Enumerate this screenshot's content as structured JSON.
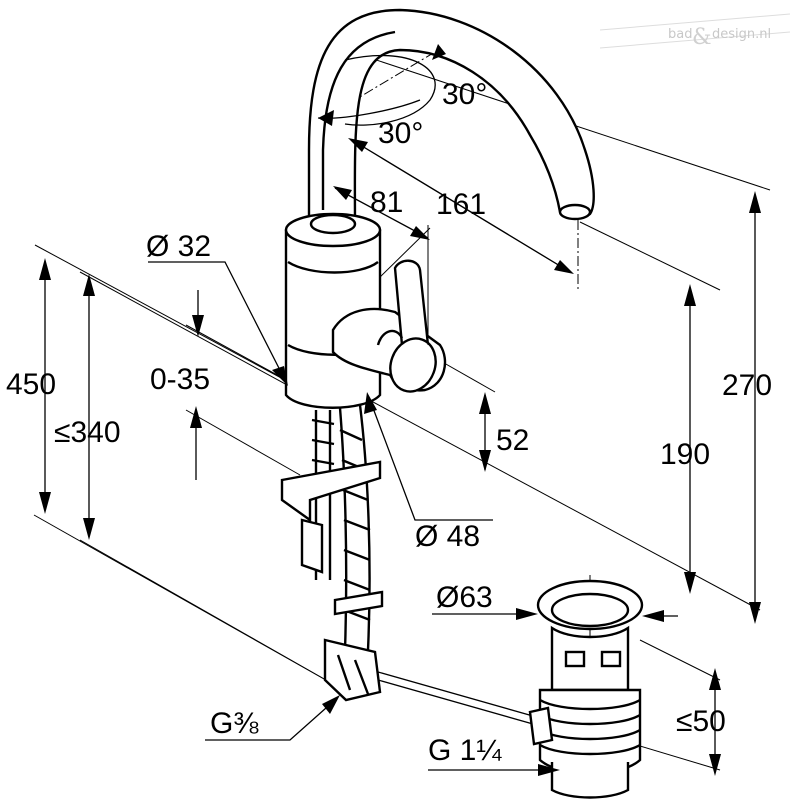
{
  "watermark": {
    "part1": "bad",
    "amp": "&",
    "part2": "design.nl"
  },
  "dimensions": {
    "swivel_angle_upper": "30°",
    "swivel_angle_lower": "30°",
    "spout_reach": "161",
    "lever_offset": "81",
    "body_diameter": "Ø 32",
    "base_diameter": "Ø 48",
    "deck_thickness": "0-35",
    "overall_height": "450",
    "tail_length": "≤340",
    "lever_height": "52",
    "spout_height": "190",
    "total_height": "270",
    "waste_diameter": "Ø63",
    "waste_depth": "≤50",
    "hose_thread": "G⅜",
    "waste_thread": "G 1¼"
  },
  "colors": {
    "line": "#000000",
    "background": "#ffffff",
    "watermark": "#c8c8c8"
  }
}
